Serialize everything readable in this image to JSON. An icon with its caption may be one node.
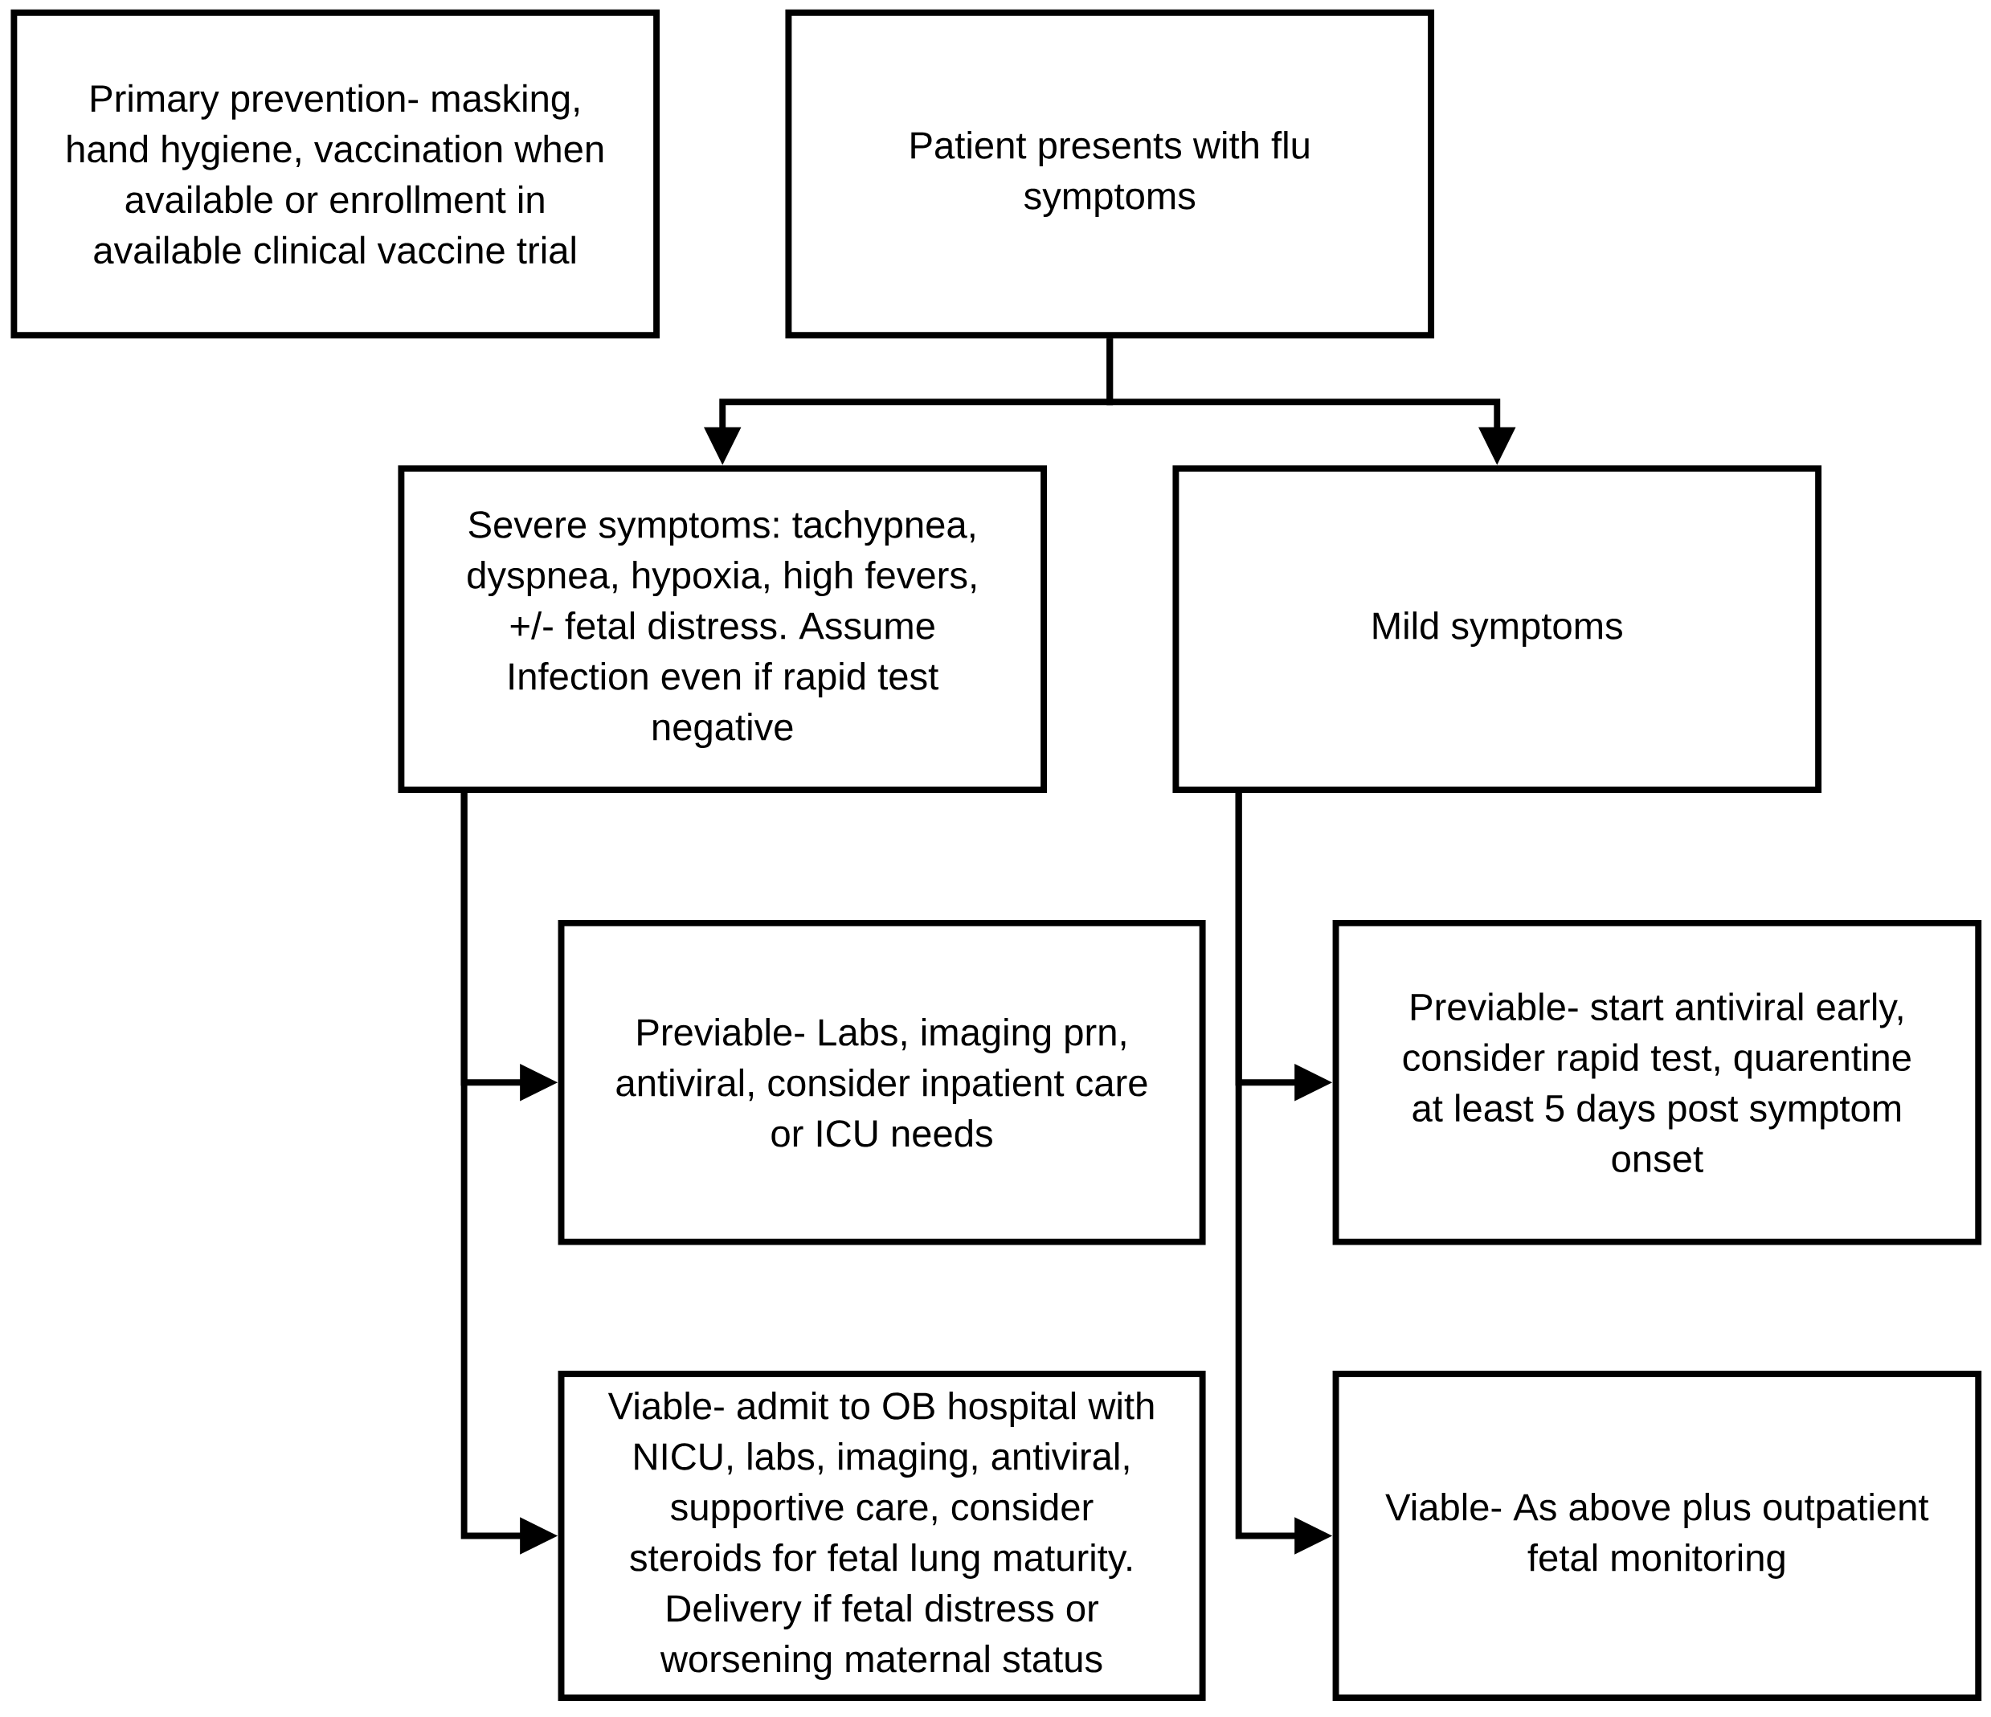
{
  "diagram": {
    "nodes": [
      {
        "text": [
          "Primary prevention- masking, hand hygiene, vaccination when available or enrollment in available clinical vaccine trial"
        ]
      },
      {
        "text": [
          "Patient presents with flu symptoms"
        ]
      },
      {
        "text": [
          "Severe symptoms: tachypnea, dyspnea, hypoxia, high fevers, +/- fetal distress. Assume Infection even if rapid test negative"
        ]
      },
      {
        "text": [
          "Mild symptoms"
        ]
      },
      {
        "text": [
          "Previable- Labs, imaging prn, antiviral, consider inpatient care or ICU needs"
        ]
      },
      {
        "text": [
          "Viable- admit to OB hospital with NICU, labs, imaging, antiviral, supportive care, consider steroids for fetal lung maturity. Delivery if fetal distress or worsening maternal status"
        ]
      },
      {
        "text": [
          "Previable- start antiviral early, consider rapid test, quarentine at least 5 days post symptom onset"
        ]
      },
      {
        "text": [
          "Viable- As above plus outpatient fetal monitoring"
        ]
      }
    ],
    "edges": [
      {
        "from": 1,
        "to": 2,
        "arrow": "to"
      },
      {
        "from": 1,
        "to": 3,
        "arrow": "to"
      },
      {
        "from": 2,
        "to": 4,
        "arrow": "to"
      },
      {
        "from": 2,
        "to": 5,
        "arrow": "to"
      },
      {
        "from": 3,
        "to": 6,
        "arrow": "to"
      },
      {
        "from": 3,
        "to": 7,
        "arrow": "to"
      }
    ]
  }
}
